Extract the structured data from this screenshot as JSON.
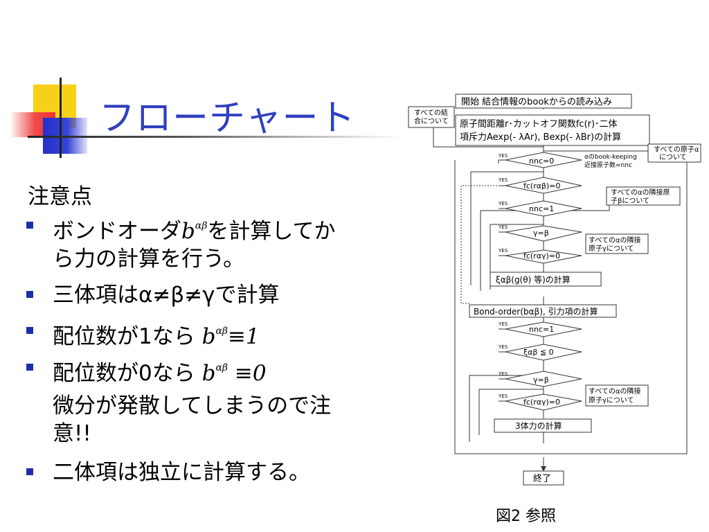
{
  "slide": {
    "title": "フローチャート",
    "notes_heading": "注意点",
    "bullets": [
      {
        "pre": "ボンドオーダ",
        "var": "b",
        "sup": "αβ",
        "post": "を計算してか",
        "line2": "ら力の計算を行う。"
      },
      {
        "text": "三体項はα≠β≠γで計算"
      },
      {
        "pre": "配位数が1なら ",
        "var": "b",
        "sup": "αβ",
        "post": "≡1"
      },
      {
        "pre": "配位数が0なら ",
        "var": "b",
        "sup": "αβ",
        "post": " ≡0"
      },
      {
        "text": "二体項は独立に計算する。"
      }
    ],
    "continuation": {
      "line1": "微分が発散してしまうので注",
      "line2": "意!!"
    },
    "caption": "図2  参照"
  },
  "flowchart": {
    "start": "開始  結合情報のbookからの読み込み",
    "left_note": {
      "line1": "すべての結",
      "line2": "合について"
    },
    "calc_box": {
      "line1": "原子間距離r･カットオフ関数fc(r)･二体",
      "line2": "項斥力Aexp(- λAr), Bexp(- λBr)の計算"
    },
    "atom_note": {
      "line1": "すべての原子α",
      "line2": "について"
    },
    "nnc0": "nnc=0",
    "nnc0_note": {
      "line1": "αのbook-keeping",
      "line2": "近接原子数=nnc"
    },
    "fc_ab": "fc(rαβ)=0",
    "neighbor_beta_note": {
      "line1": "すべてのαの隣接原",
      "line2": "子βについて"
    },
    "nnc1_a": "nnc=1",
    "gamma_eq_beta_a": "γ=β",
    "neighbor_gamma_note_a": {
      "line1": "すべてのαの隣接",
      "line2": "原子γについて"
    },
    "fc_ag_a": "fc(rαγ)=0",
    "xi_box": "ξαβ(g(θ) 等)の計算",
    "bond_order": "Bond-order(bαβ), 引力項の計算",
    "nnc1_b": "nnc=1",
    "xi_le0": "ξαβ ≦ 0",
    "gamma_eq_beta_b": "γ=β",
    "neighbor_gamma_note_b": {
      "line1": "すべてのαの隣接",
      "line2": "原子γについて"
    },
    "fc_ag_b": "fc(rαγ)=0",
    "three_body": "3体力の計算",
    "end": "終了",
    "yes": "YES"
  },
  "colors": {
    "title": "#2f3fc0",
    "bullet": "#1b2fa8",
    "yellow": "#f7d117",
    "red": "#f04a4a",
    "blue": "#2430c8"
  }
}
